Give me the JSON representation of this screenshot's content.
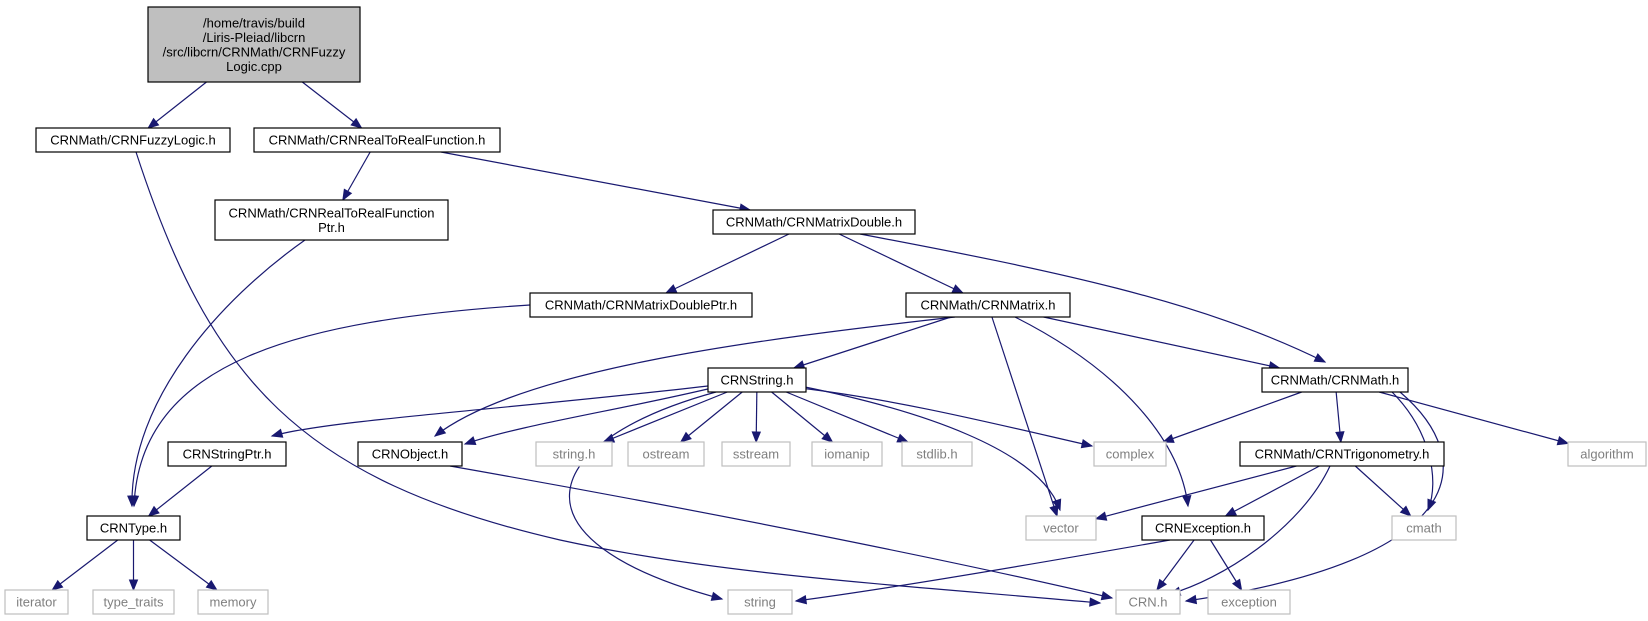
{
  "diagram": {
    "type": "include-dependency-graph",
    "nodes": [
      {
        "id": "root",
        "lines": [
          "/home/travis/build",
          "/Liris-Pleiad/libcrn",
          "/src/libcrn/CRNMath/CRNFuzzy",
          "Logic.cpp"
        ],
        "style": "root"
      },
      {
        "id": "fuzzy",
        "lines": [
          "CRNMath/CRNFuzzyLogic.h"
        ],
        "style": "file"
      },
      {
        "id": "r2r",
        "lines": [
          "CRNMath/CRNRealToRealFunction.h"
        ],
        "style": "file"
      },
      {
        "id": "r2rptr",
        "lines": [
          "CRNMath/CRNRealToRealFunction",
          "Ptr.h"
        ],
        "style": "file"
      },
      {
        "id": "mdbl",
        "lines": [
          "CRNMath/CRNMatrixDouble.h"
        ],
        "style": "file"
      },
      {
        "id": "mdblptr",
        "lines": [
          "CRNMath/CRNMatrixDoublePtr.h"
        ],
        "style": "file"
      },
      {
        "id": "matrix",
        "lines": [
          "CRNMath/CRNMatrix.h"
        ],
        "style": "file"
      },
      {
        "id": "crnstring",
        "lines": [
          "CRNString.h"
        ],
        "style": "file"
      },
      {
        "id": "crnmath",
        "lines": [
          "CRNMath/CRNMath.h"
        ],
        "style": "file"
      },
      {
        "id": "strptr",
        "lines": [
          "CRNStringPtr.h"
        ],
        "style": "file"
      },
      {
        "id": "object",
        "lines": [
          "CRNObject.h"
        ],
        "style": "file"
      },
      {
        "id": "string_h",
        "lines": [
          "string.h"
        ],
        "style": "system"
      },
      {
        "id": "ostream",
        "lines": [
          "ostream"
        ],
        "style": "system"
      },
      {
        "id": "sstream",
        "lines": [
          "sstream"
        ],
        "style": "system"
      },
      {
        "id": "iomanip",
        "lines": [
          "iomanip"
        ],
        "style": "system"
      },
      {
        "id": "stdlib",
        "lines": [
          "stdlib.h"
        ],
        "style": "system"
      },
      {
        "id": "complex",
        "lines": [
          "complex"
        ],
        "style": "system"
      },
      {
        "id": "trig",
        "lines": [
          "CRNMath/CRNTrigonometry.h"
        ],
        "style": "file"
      },
      {
        "id": "algorithm",
        "lines": [
          "algorithm"
        ],
        "style": "system"
      },
      {
        "id": "crntype",
        "lines": [
          "CRNType.h"
        ],
        "style": "file"
      },
      {
        "id": "vector",
        "lines": [
          "vector"
        ],
        "style": "system"
      },
      {
        "id": "exc",
        "lines": [
          "CRNException.h"
        ],
        "style": "file"
      },
      {
        "id": "cmath",
        "lines": [
          "cmath"
        ],
        "style": "system"
      },
      {
        "id": "iterator",
        "lines": [
          "iterator"
        ],
        "style": "system"
      },
      {
        "id": "type_traits",
        "lines": [
          "type_traits"
        ],
        "style": "system"
      },
      {
        "id": "memory",
        "lines": [
          "memory"
        ],
        "style": "system"
      },
      {
        "id": "string",
        "lines": [
          "string"
        ],
        "style": "system"
      },
      {
        "id": "crnh",
        "lines": [
          "CRN.h"
        ],
        "style": "system"
      },
      {
        "id": "exception",
        "lines": [
          "exception"
        ],
        "style": "system"
      }
    ],
    "edges": [
      {
        "from": "root",
        "to": "fuzzy"
      },
      {
        "from": "root",
        "to": "r2r"
      },
      {
        "from": "fuzzy",
        "to": "crnh"
      },
      {
        "from": "r2r",
        "to": "r2rptr"
      },
      {
        "from": "r2r",
        "to": "mdbl"
      },
      {
        "from": "r2rptr",
        "to": "crntype"
      },
      {
        "from": "mdbl",
        "to": "mdblptr"
      },
      {
        "from": "mdbl",
        "to": "matrix"
      },
      {
        "from": "mdbl",
        "to": "crnmath"
      },
      {
        "from": "mdblptr",
        "to": "crntype"
      },
      {
        "from": "matrix",
        "to": "crnstring"
      },
      {
        "from": "matrix",
        "to": "object"
      },
      {
        "from": "matrix",
        "to": "vector"
      },
      {
        "from": "matrix",
        "to": "exc"
      },
      {
        "from": "matrix",
        "to": "crnmath"
      },
      {
        "from": "crnstring",
        "to": "strptr"
      },
      {
        "from": "crnstring",
        "to": "object"
      },
      {
        "from": "crnstring",
        "to": "string_h"
      },
      {
        "from": "crnstring",
        "to": "ostream"
      },
      {
        "from": "crnstring",
        "to": "sstream"
      },
      {
        "from": "crnstring",
        "to": "iomanip"
      },
      {
        "from": "crnstring",
        "to": "stdlib"
      },
      {
        "from": "crnstring",
        "to": "complex"
      },
      {
        "from": "crnstring",
        "to": "vector"
      },
      {
        "from": "crnstring",
        "to": "string"
      },
      {
        "from": "crnmath",
        "to": "complex"
      },
      {
        "from": "crnmath",
        "to": "trig"
      },
      {
        "from": "crnmath",
        "to": "algorithm"
      },
      {
        "from": "crnmath",
        "to": "cmath"
      },
      {
        "from": "crnmath",
        "to": "crnh"
      },
      {
        "from": "strptr",
        "to": "crntype"
      },
      {
        "from": "object",
        "to": "crnh"
      },
      {
        "from": "trig",
        "to": "vector"
      },
      {
        "from": "trig",
        "to": "exc"
      },
      {
        "from": "trig",
        "to": "cmath"
      },
      {
        "from": "trig",
        "to": "crnh"
      },
      {
        "from": "crntype",
        "to": "iterator"
      },
      {
        "from": "crntype",
        "to": "type_traits"
      },
      {
        "from": "crntype",
        "to": "memory"
      },
      {
        "from": "exc",
        "to": "string"
      },
      {
        "from": "exc",
        "to": "crnh"
      },
      {
        "from": "exc",
        "to": "exception"
      }
    ]
  }
}
